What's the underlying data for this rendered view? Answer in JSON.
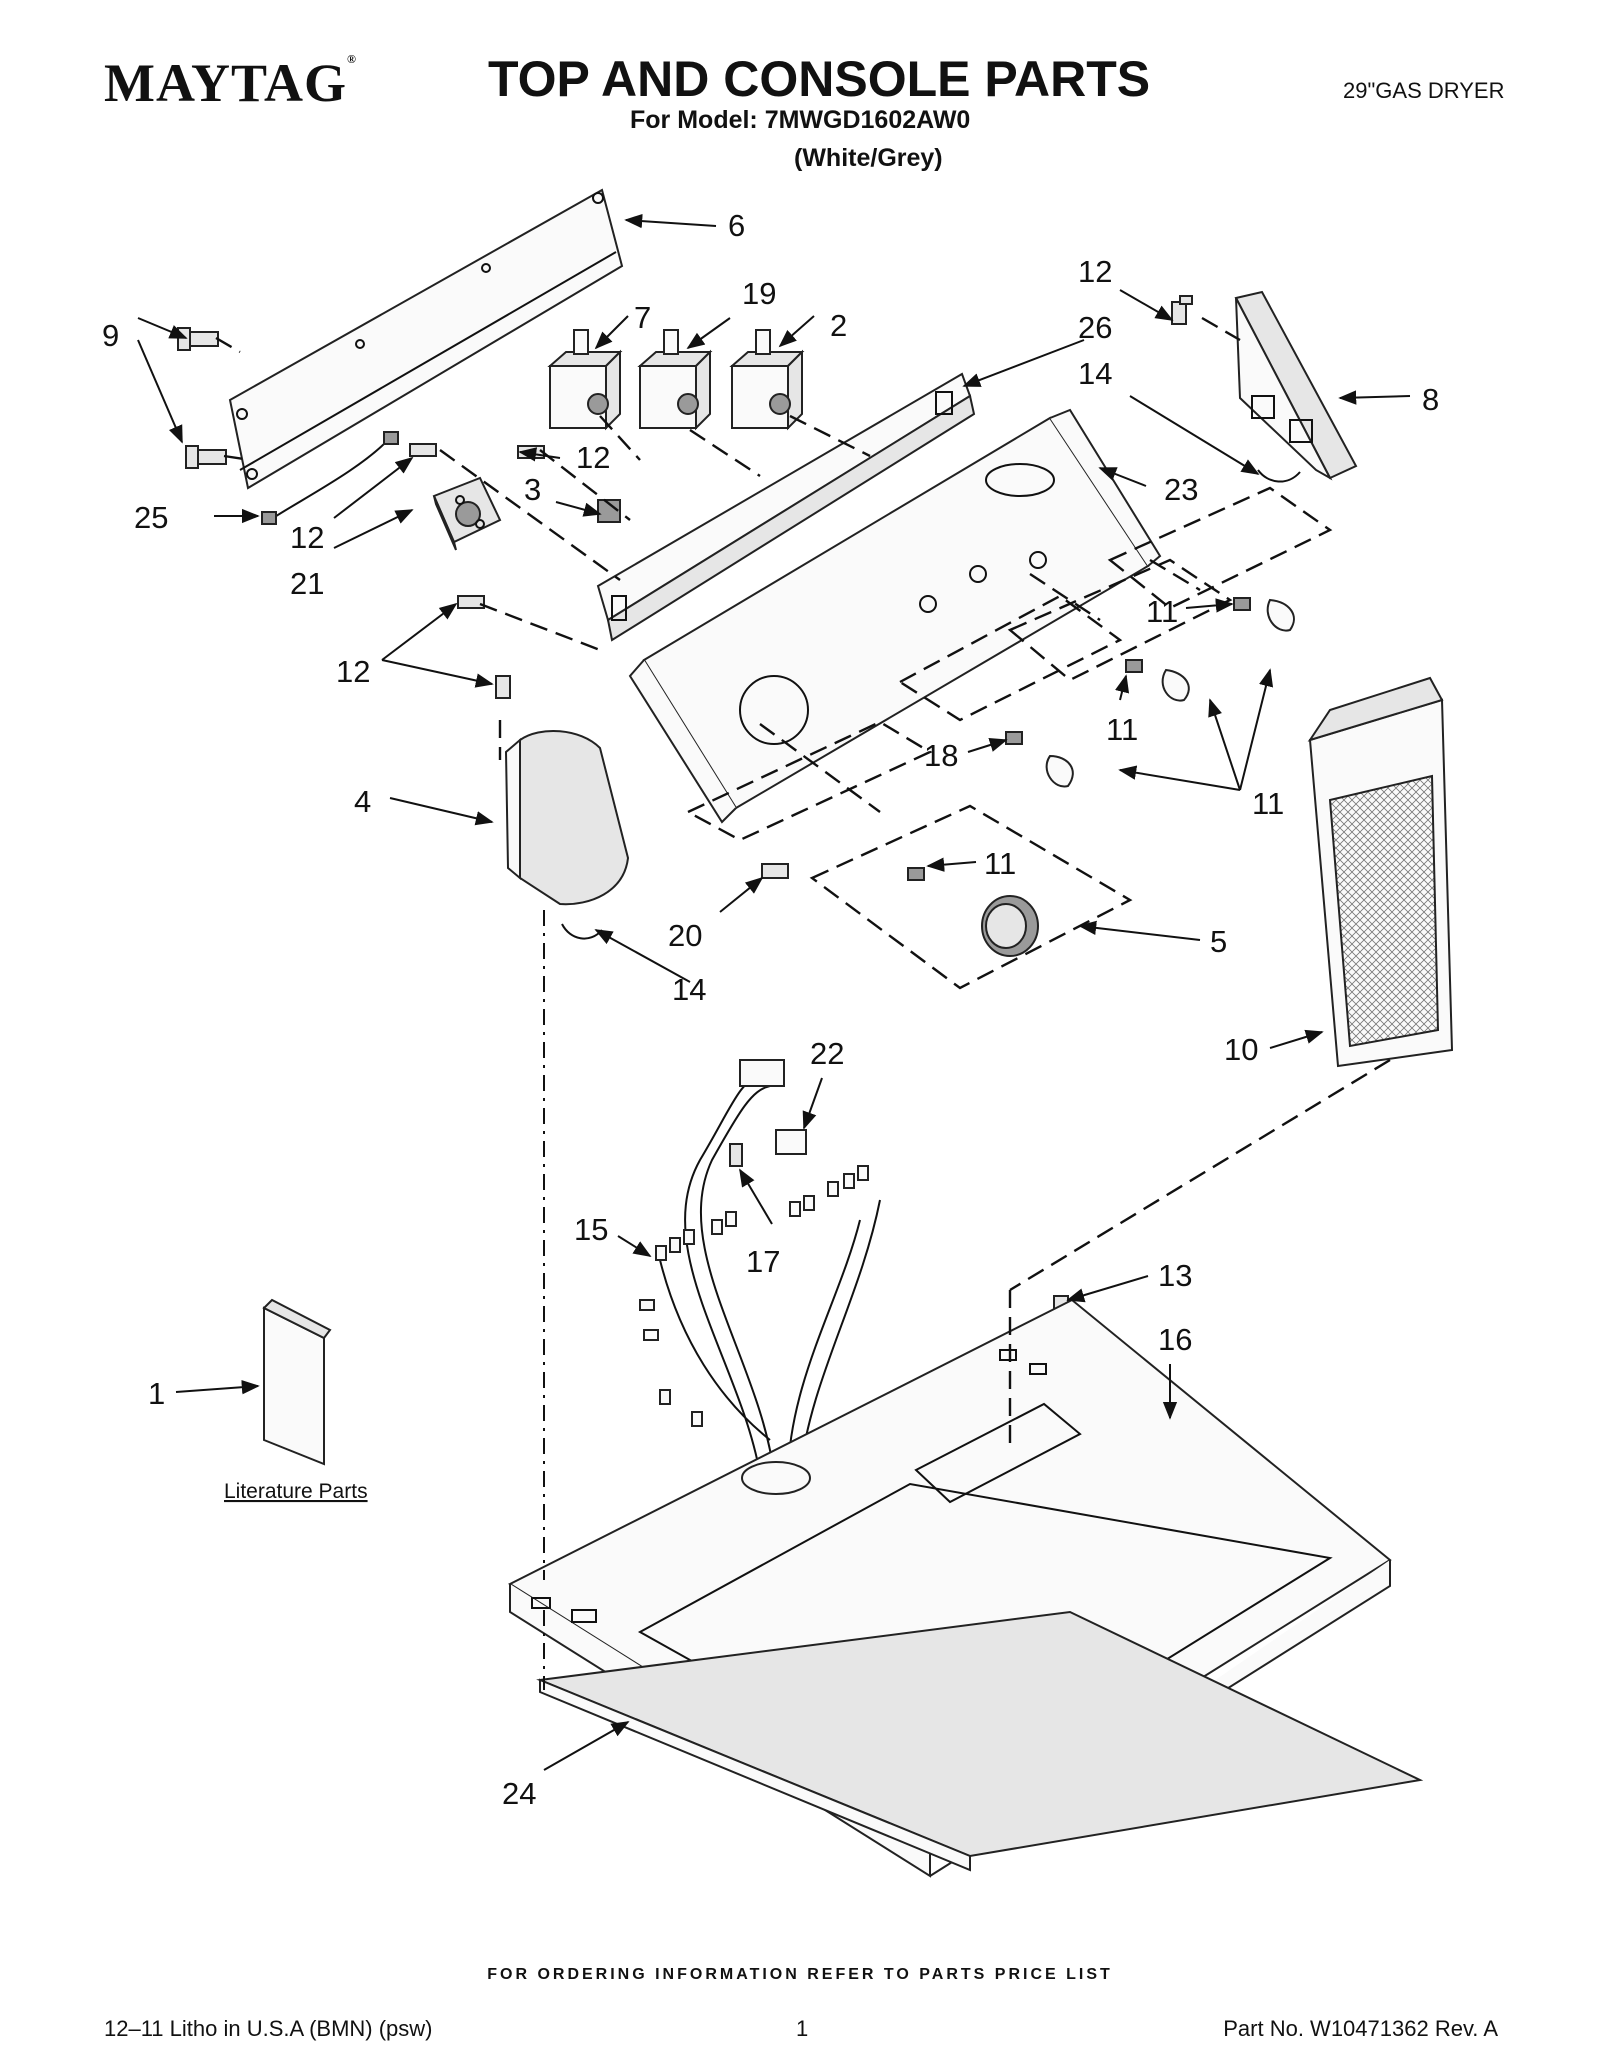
{
  "header": {
    "brand": "MAYTAG",
    "brand_mark": "®",
    "title": "TOP AND CONSOLE PARTS",
    "model_line": "For Model: 7MWGD1602AW0",
    "variant_line": "(White/Grey)",
    "product": "29\"GAS DRYER"
  },
  "callouts": [
    "6",
    "9",
    "7",
    "19",
    "2",
    "26",
    "12",
    "8",
    "14",
    "12",
    "25",
    "3",
    "23",
    "12",
    "21",
    "11",
    "12",
    "11",
    "11",
    "18",
    "4",
    "11",
    "20",
    "5",
    "14",
    "10",
    "22",
    "15",
    "17",
    "13",
    "16",
    "1",
    "24"
  ],
  "literature_label": "Literature Parts",
  "footer": {
    "ordering_note": "FOR ORDERING INFORMATION REFER TO PARTS PRICE LIST",
    "litho": "12–11 Litho in U.S.A (BMN) (psw)",
    "page_number": "1",
    "part_number": "Part No. W10471362 Rev. A"
  }
}
